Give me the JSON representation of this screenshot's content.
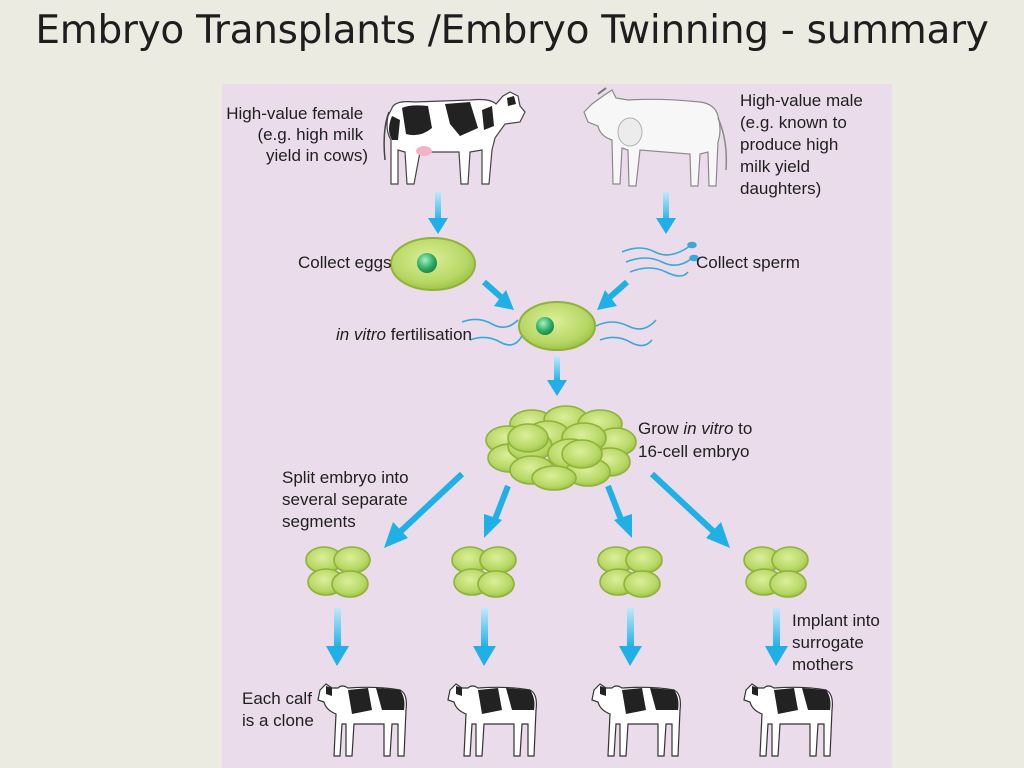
{
  "slide_title": "Embryo Transplants /Embryo Twinning - summary",
  "labels": {
    "female": [
      "High-value female",
      "(e.g. high milk",
      "yield in cows)"
    ],
    "male": [
      "High-value male",
      "(e.g. known to",
      "produce high",
      "milk yield",
      "daughters)"
    ],
    "collect_eggs": "Collect eggs",
    "collect_sperm": "Collect sperm",
    "ivf_italic": "in vitro",
    "ivf_rest": " fertilisation",
    "grow_1a": "Grow ",
    "grow_1b": "in vitro",
    "grow_1c": " to",
    "grow_2": "16-cell embryo",
    "split": [
      "Split embryo into",
      "several separate",
      "segments"
    ],
    "implant": [
      "Implant into",
      "surrogate",
      "mothers"
    ],
    "calf": [
      "Each calf",
      "is a clone"
    ]
  },
  "colors": {
    "panel": "#eadcea",
    "arrow": "#2eb6e6",
    "cell_fill": "#b8d86a",
    "cell_stroke": "#8fb23a",
    "nucleus": "#35b06a"
  }
}
